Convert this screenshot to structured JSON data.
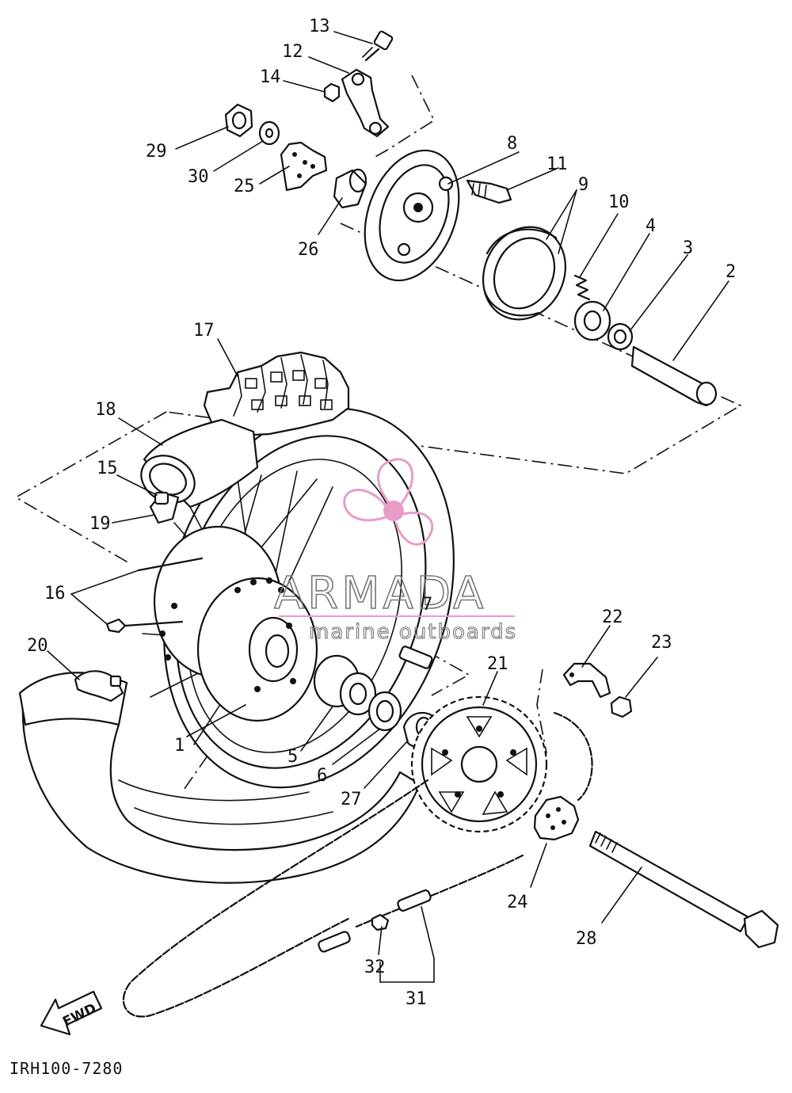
{
  "diagram": {
    "drawing_code": "IRH100-7280",
    "direction_label": "FWD",
    "callouts": [
      "1",
      "2",
      "3",
      "4",
      "5",
      "6",
      "7",
      "8",
      "9",
      "10",
      "11",
      "12",
      "13",
      "14",
      "15",
      "16",
      "17",
      "18",
      "19",
      "20",
      "21",
      "22",
      "23",
      "24",
      "25",
      "26",
      "27",
      "28",
      "29",
      "30",
      "31",
      "32"
    ]
  },
  "watermark": {
    "brand": "ARMADA",
    "tagline": "marine outboards",
    "accent_color": "#e89cc8"
  }
}
